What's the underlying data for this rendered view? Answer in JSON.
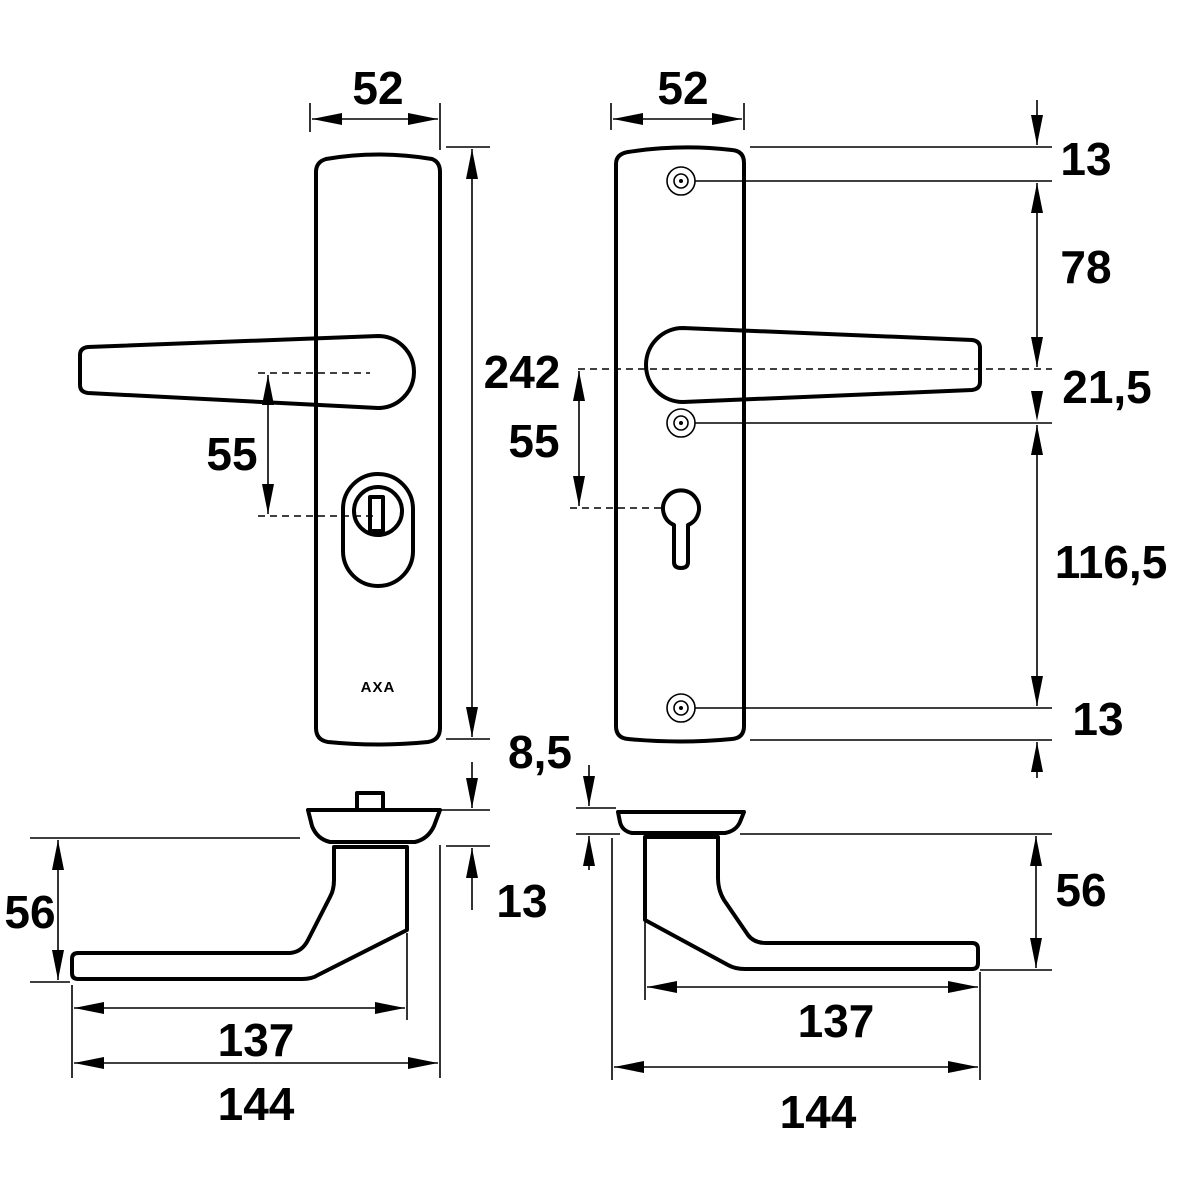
{
  "front_view": {
    "plate_width": "52",
    "plate_height": "242",
    "handle_to_cylinder": "55",
    "brand": "AXA"
  },
  "back_view": {
    "plate_width": "52",
    "handle_to_cylinder": "55",
    "top_to_screw": "13",
    "screw_to_handle": "78",
    "handle_to_screw": "21,5",
    "screw_to_screw": "116,5",
    "screw_to_bottom": "13"
  },
  "side_view_left": {
    "handle_height": "56",
    "rosette_thickness": "13",
    "handle_length": "137",
    "total_length": "144"
  },
  "side_view_right": {
    "rosette_thickness": "8,5",
    "handle_height": "56",
    "handle_length": "137",
    "total_length": "144"
  }
}
